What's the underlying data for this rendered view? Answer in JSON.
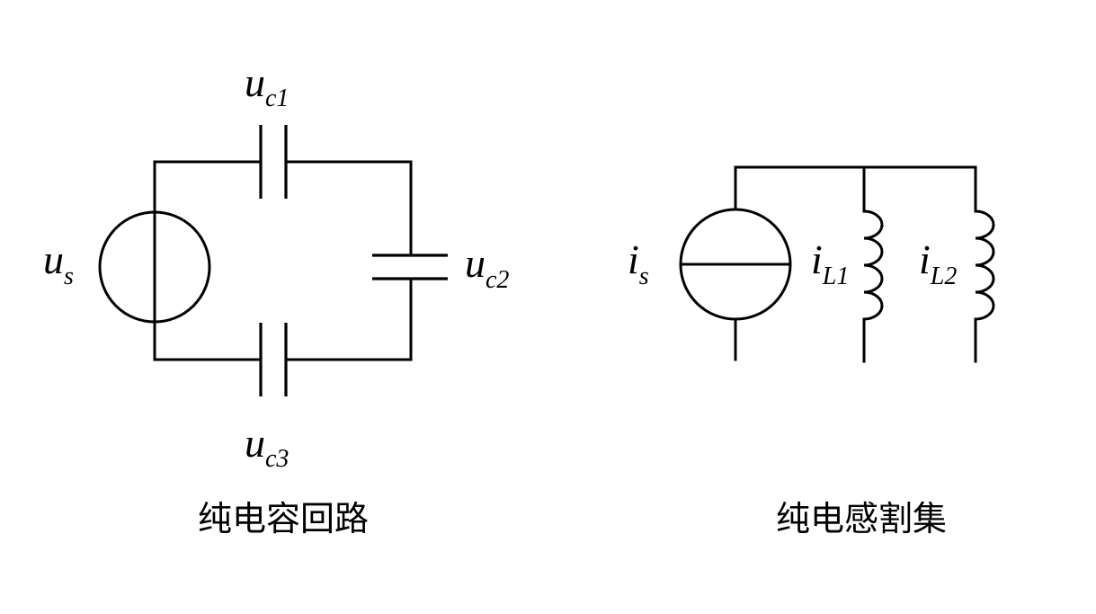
{
  "left_circuit": {
    "caption": "纯电容回路",
    "source": {
      "main": "u",
      "sub": "s"
    },
    "c1": {
      "main": "u",
      "sub": "c1"
    },
    "c2": {
      "main": "u",
      "sub": "c2"
    },
    "c3": {
      "main": "u",
      "sub": "c3"
    }
  },
  "right_circuit": {
    "caption": "纯电感割集",
    "source": {
      "main": "i",
      "sub": "s"
    },
    "l1": {
      "main": "i",
      "sub": "L1"
    },
    "l2": {
      "main": "i",
      "sub": "L2"
    }
  }
}
